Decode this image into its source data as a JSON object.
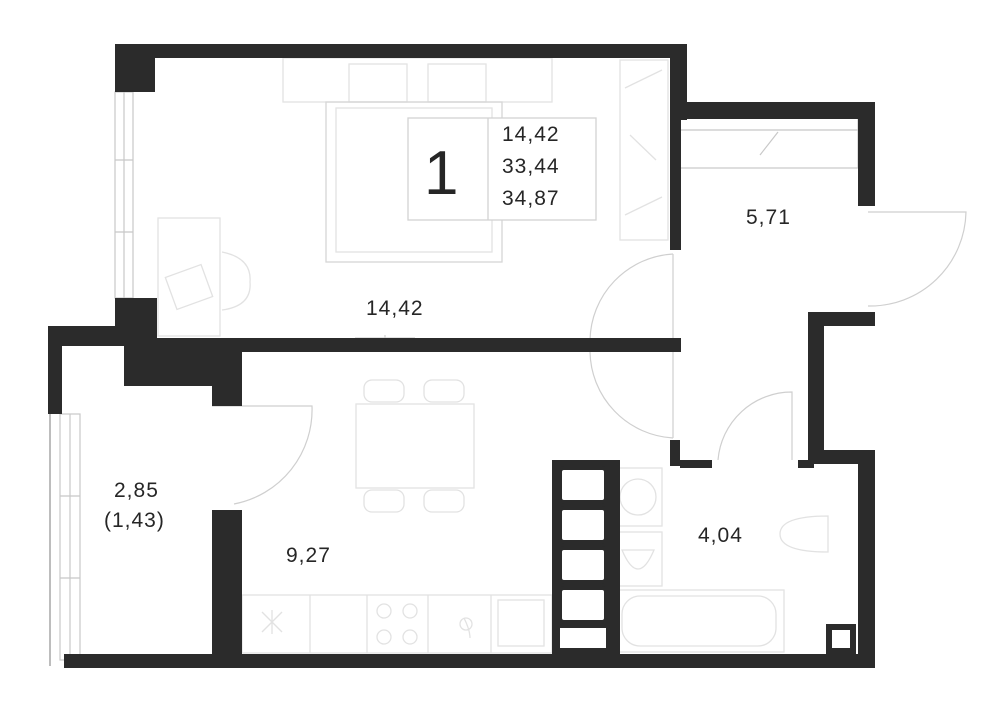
{
  "plan": {
    "room_count": "1",
    "summary_areas": [
      "14,42",
      "33,44",
      "34,87"
    ],
    "rooms": {
      "living_room": "14,42",
      "hallway": "5,71",
      "kitchen": "9,27",
      "bathroom": "4,04",
      "balcony_area": "2,85",
      "balcony_reduced": "(1,43)"
    }
  }
}
